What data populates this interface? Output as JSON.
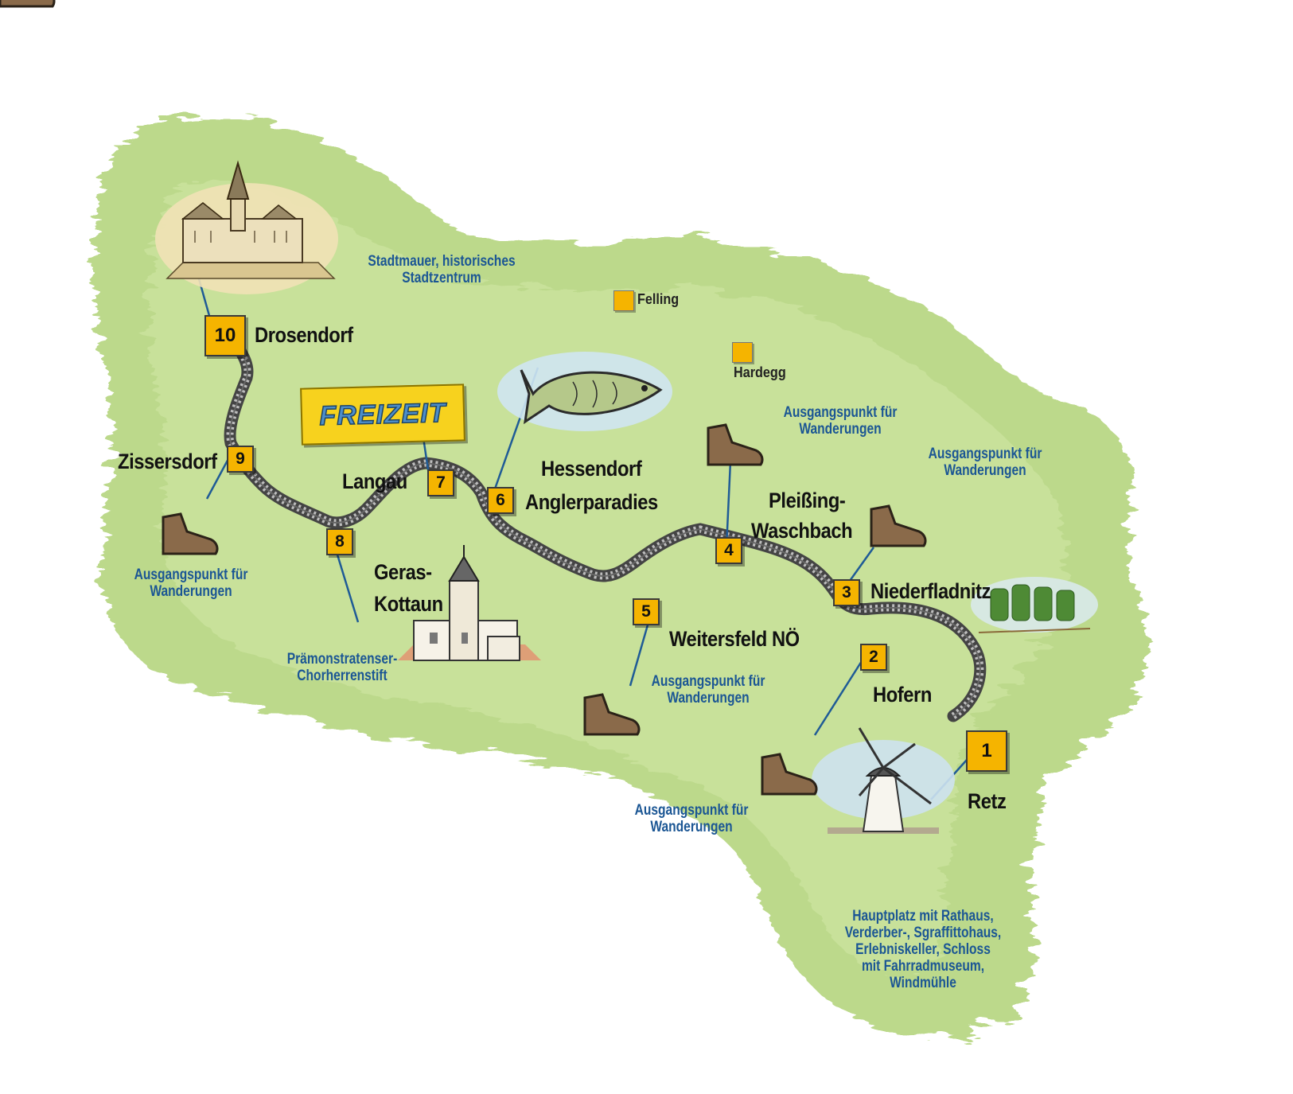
{
  "colors": {
    "land": "#b9d98a",
    "land_light": "#cfe6a4",
    "rail": "#555555",
    "marker": "#f5b400",
    "note_text": "#1b5694",
    "leader": "#1f5b96"
  },
  "badge": {
    "label": "FREIZEIT"
  },
  "stops": [
    {
      "number": "1",
      "town": "Retz"
    },
    {
      "number": "2",
      "town": "Hofern"
    },
    {
      "number": "3",
      "town": "Niederfladnitz"
    },
    {
      "number": "4",
      "town": "Pleißing-",
      "town_line2": "Waschbach"
    },
    {
      "number": "5",
      "town": "Weitersfeld NÖ"
    },
    {
      "number": "6",
      "town": "Hessendorf",
      "town_line2": "Anglerparadies"
    },
    {
      "number": "7",
      "town": "Langau"
    },
    {
      "number": "8",
      "town": "Geras-",
      "town_line2": "Kottaun"
    },
    {
      "number": "9",
      "town": "Zissersdorf"
    },
    {
      "number": "10",
      "town": "Drosendorf"
    }
  ],
  "places": {
    "felling": "Felling",
    "hardegg": "Hardegg"
  },
  "notes": {
    "drosendorf": [
      "Stadtmauer, historisches",
      "Stadtzentrum"
    ],
    "hiking_label": [
      "Ausgangspunkt für",
      "Wanderungen"
    ],
    "geras": [
      "Prämonstratenser-",
      "Chorherrenstift"
    ],
    "retz": [
      "Hauptplatz mit Rathaus,",
      "Verderber-, Sgraffittohaus,",
      "Erlebniskeller, Schloss",
      "mit Fahrradmuseum,",
      "Windmühle"
    ]
  },
  "illustrations": [
    "castle-illustration",
    "fish-illustration",
    "monastery-illustration",
    "vineyard-illustration",
    "windmill-illustration",
    "hiking-boot-icon"
  ]
}
